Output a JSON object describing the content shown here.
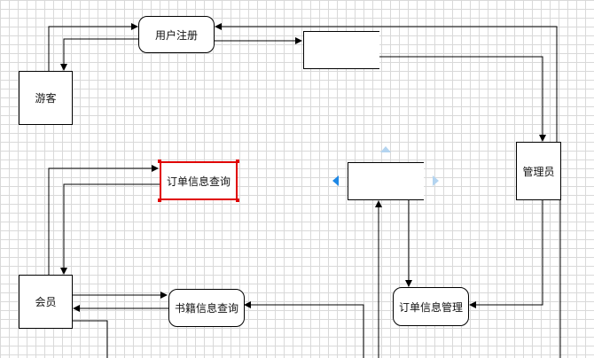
{
  "nodes": {
    "user_register": "用户注册",
    "visitor": "游客",
    "admin": "管理员",
    "order_query": "订单信息查询",
    "member": "会员",
    "book_query": "书籍信息查询",
    "order_manage": "订单信息管理"
  },
  "colors": {
    "grid": "#d9d9d9",
    "line": "#000000",
    "selection": "#e00000",
    "handle_active": "#1e88e5",
    "handle_inactive": "#b3d4f0"
  }
}
